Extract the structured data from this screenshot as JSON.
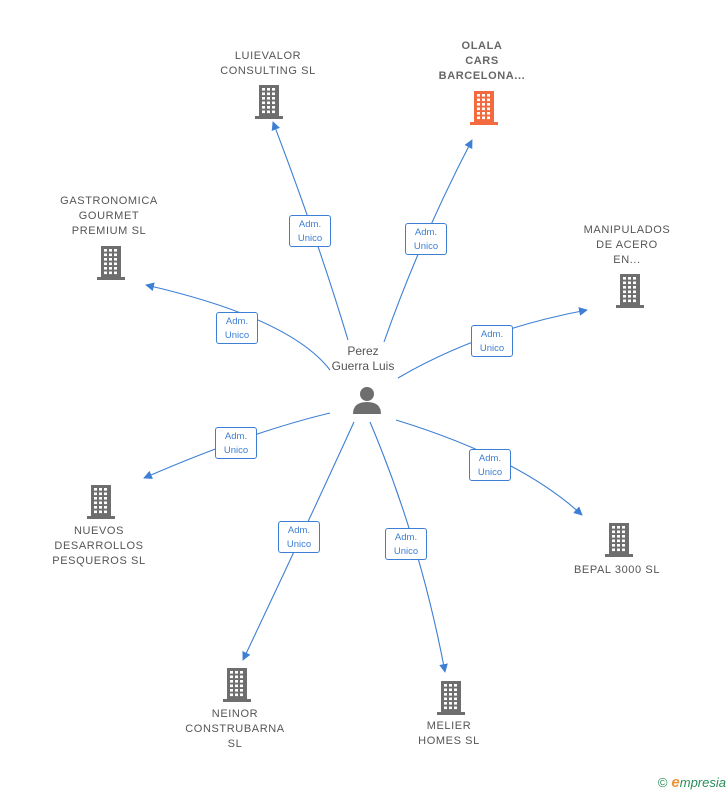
{
  "center": {
    "label": "Perez\nGuerra Luis",
    "icon": "person-icon"
  },
  "edge_label": "Adm.\nUnico",
  "colors": {
    "edge": "#3d7fd4",
    "building": "#6e6e6e",
    "highlight": "#f26a3d"
  },
  "nodes": [
    {
      "id": "luievalor",
      "label": "LUIEVALOR\nCONSULTING SL",
      "icon": "building-icon",
      "highlight": false
    },
    {
      "id": "olala",
      "label": "OLALA\nCARS\nBARCELONA...",
      "icon": "building-icon",
      "highlight": true
    },
    {
      "id": "gastronomica",
      "label": "GASTRONOMICA\nGOURMET\nPREMIUM  SL",
      "icon": "building-icon",
      "highlight": false
    },
    {
      "id": "manipulados",
      "label": "MANIPULADOS\nDE ACERO\nEN...",
      "icon": "building-icon",
      "highlight": false
    },
    {
      "id": "nuevos",
      "label": "NUEVOS\nDESARROLLOS\nPESQUEROS SL",
      "icon": "building-icon",
      "highlight": false
    },
    {
      "id": "bepal",
      "label": "BEPAL 3000 SL",
      "icon": "building-icon",
      "highlight": false
    },
    {
      "id": "neinor",
      "label": "NEINOR\nCONSTRUBARNA\nSL",
      "icon": "building-icon",
      "highlight": false
    },
    {
      "id": "melier",
      "label": "MELIER\nHOMES  SL",
      "icon": "building-icon",
      "highlight": false
    }
  ],
  "footer": {
    "copyright": "©",
    "brand_initial": "e",
    "brand_rest": "mpresia"
  }
}
